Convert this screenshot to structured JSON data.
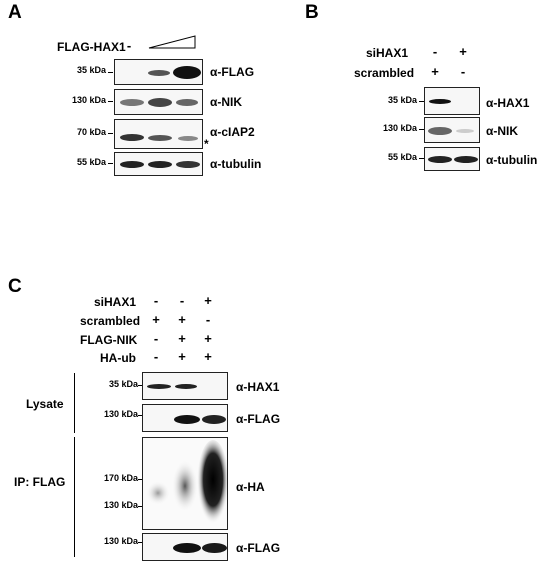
{
  "panels": [
    "A",
    "B",
    "C"
  ],
  "A": {
    "treatment_label": "FLAG-HAX1",
    "treatment_first": "-",
    "markers": [
      "35 kDa",
      "130 kDa",
      "70 kDa",
      "55 kDa"
    ],
    "antibodies": [
      "α-FLAG",
      "α-NIK",
      "α-cIAP2",
      "α-tubulin"
    ],
    "asterisk": "*"
  },
  "B": {
    "rows": [
      {
        "label": "siHAX1",
        "signs": [
          "-",
          "+"
        ]
      },
      {
        "label": "scrambled",
        "signs": [
          "+",
          "-"
        ]
      }
    ],
    "markers": [
      "35 kDa",
      "130 kDa",
      "55 kDa"
    ],
    "antibodies": [
      "α-HAX1",
      "α-NIK",
      "α-tubulin"
    ]
  },
  "C": {
    "rows": [
      {
        "label": "siHAX1",
        "signs": [
          "-",
          "-",
          "+"
        ]
      },
      {
        "label": "scrambled",
        "signs": [
          "+",
          "+",
          "-"
        ]
      },
      {
        "label": "FLAG-NIK",
        "signs": [
          "-",
          "+",
          "+"
        ]
      },
      {
        "label": "HA-ub",
        "signs": [
          "-",
          "+",
          "+"
        ]
      }
    ],
    "group_lysate": "Lysate",
    "group_ip": "IP: FLAG",
    "markers": [
      "35 kDa",
      "130 kDa",
      "170 kDa",
      "130 kDa",
      "130 kDa"
    ],
    "antibodies": [
      "α-HAX1",
      "α-FLAG",
      "α-HA",
      "α-FLAG"
    ]
  }
}
